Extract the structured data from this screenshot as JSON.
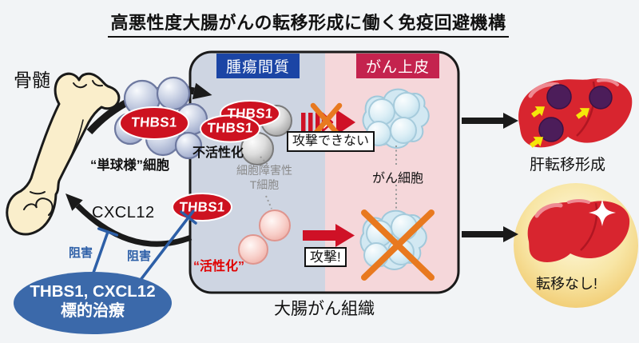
{
  "title": "高悪性度大腸がんの転移形成に働く免疫回避機構",
  "bone_marrow": {
    "label": "骨髄"
  },
  "monocyte": {
    "label": "“単球様”細胞",
    "thbs1": "THBS1"
  },
  "tissue_box": {
    "stroma_header": "腫瘍間質",
    "epithelium_header": "がん上皮",
    "thbs1": "THBS1",
    "inactivated": "不活性化",
    "ctl_line1": "細胞障害性",
    "ctl_line2": "T細胞",
    "activated": "“活性化”",
    "cannot_attack": "攻撃できない",
    "attack": "攻撃!",
    "cancer_cells": "がん細胞",
    "caption": "大腸がん組織"
  },
  "therapy": {
    "cxcl12": "CXCL12",
    "inhibit": "阻害",
    "line1": "THBS1, CXCL12",
    "line2": "標的治療"
  },
  "outcomes": {
    "with_metastasis": "肝転移形成",
    "without_metastasis": "転移なし!"
  },
  "colors": {
    "background": "#f2f4f6",
    "stroma_panel": "#ced5e2",
    "epithelium_panel": "#f5d7da",
    "stroma_header_bg": "#1b45a5",
    "epithelium_header_bg": "#c4234e",
    "thbs1_red": "#cd1220",
    "inhibit_blue": "#2d5fa7",
    "therapy_ellipse_blue": "#3b69aa",
    "attack_red": "#cf1126",
    "block_orange": "#e8791f",
    "activated_red": "#e00000",
    "liver_red": "#d8252f",
    "tumor_purple": "#4c1d5a",
    "arrow_yellow": "#f5e70a",
    "gold_circle": "#f0c768"
  }
}
